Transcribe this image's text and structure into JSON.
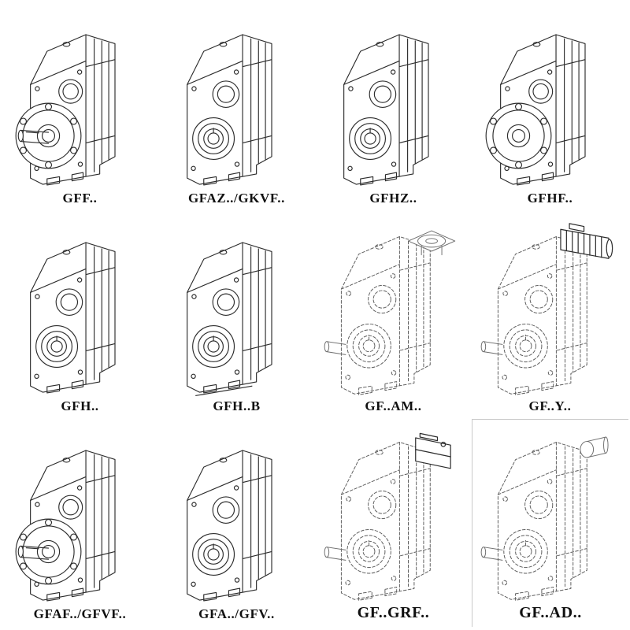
{
  "page": {
    "background": "#ffffff"
  },
  "cells": [
    {
      "label": "GFF..",
      "drawing": "gearbox-flange-shaft"
    },
    {
      "label": "GFAZ../GKVF..",
      "drawing": "gearbox-hollow-bore"
    },
    {
      "label": "GFHZ..",
      "drawing": "gearbox-hollow-bore"
    },
    {
      "label": "GFHF..",
      "drawing": "gearbox-flange-hollow"
    },
    {
      "label": "GFH..",
      "drawing": "gearbox-hollow-bore"
    },
    {
      "label": "GFH..B",
      "drawing": "gearbox-hollow-bore-foot"
    },
    {
      "label": "GF..AM..",
      "drawing": "gearbox-dashed-top-flange"
    },
    {
      "label": "GF..Y..",
      "drawing": "gearbox-dashed-motor"
    },
    {
      "label": "GFAF../GFVF..",
      "drawing": "gearbox-flange-shaft"
    },
    {
      "label": "GFA../GFV..",
      "drawing": "gearbox-hollow-bore"
    },
    {
      "label": "GF..GRF..",
      "drawing": "gearbox-dashed-input-block"
    },
    {
      "label": "GF..AD..",
      "drawing": "gearbox-dashed-input-shaft"
    }
  ]
}
